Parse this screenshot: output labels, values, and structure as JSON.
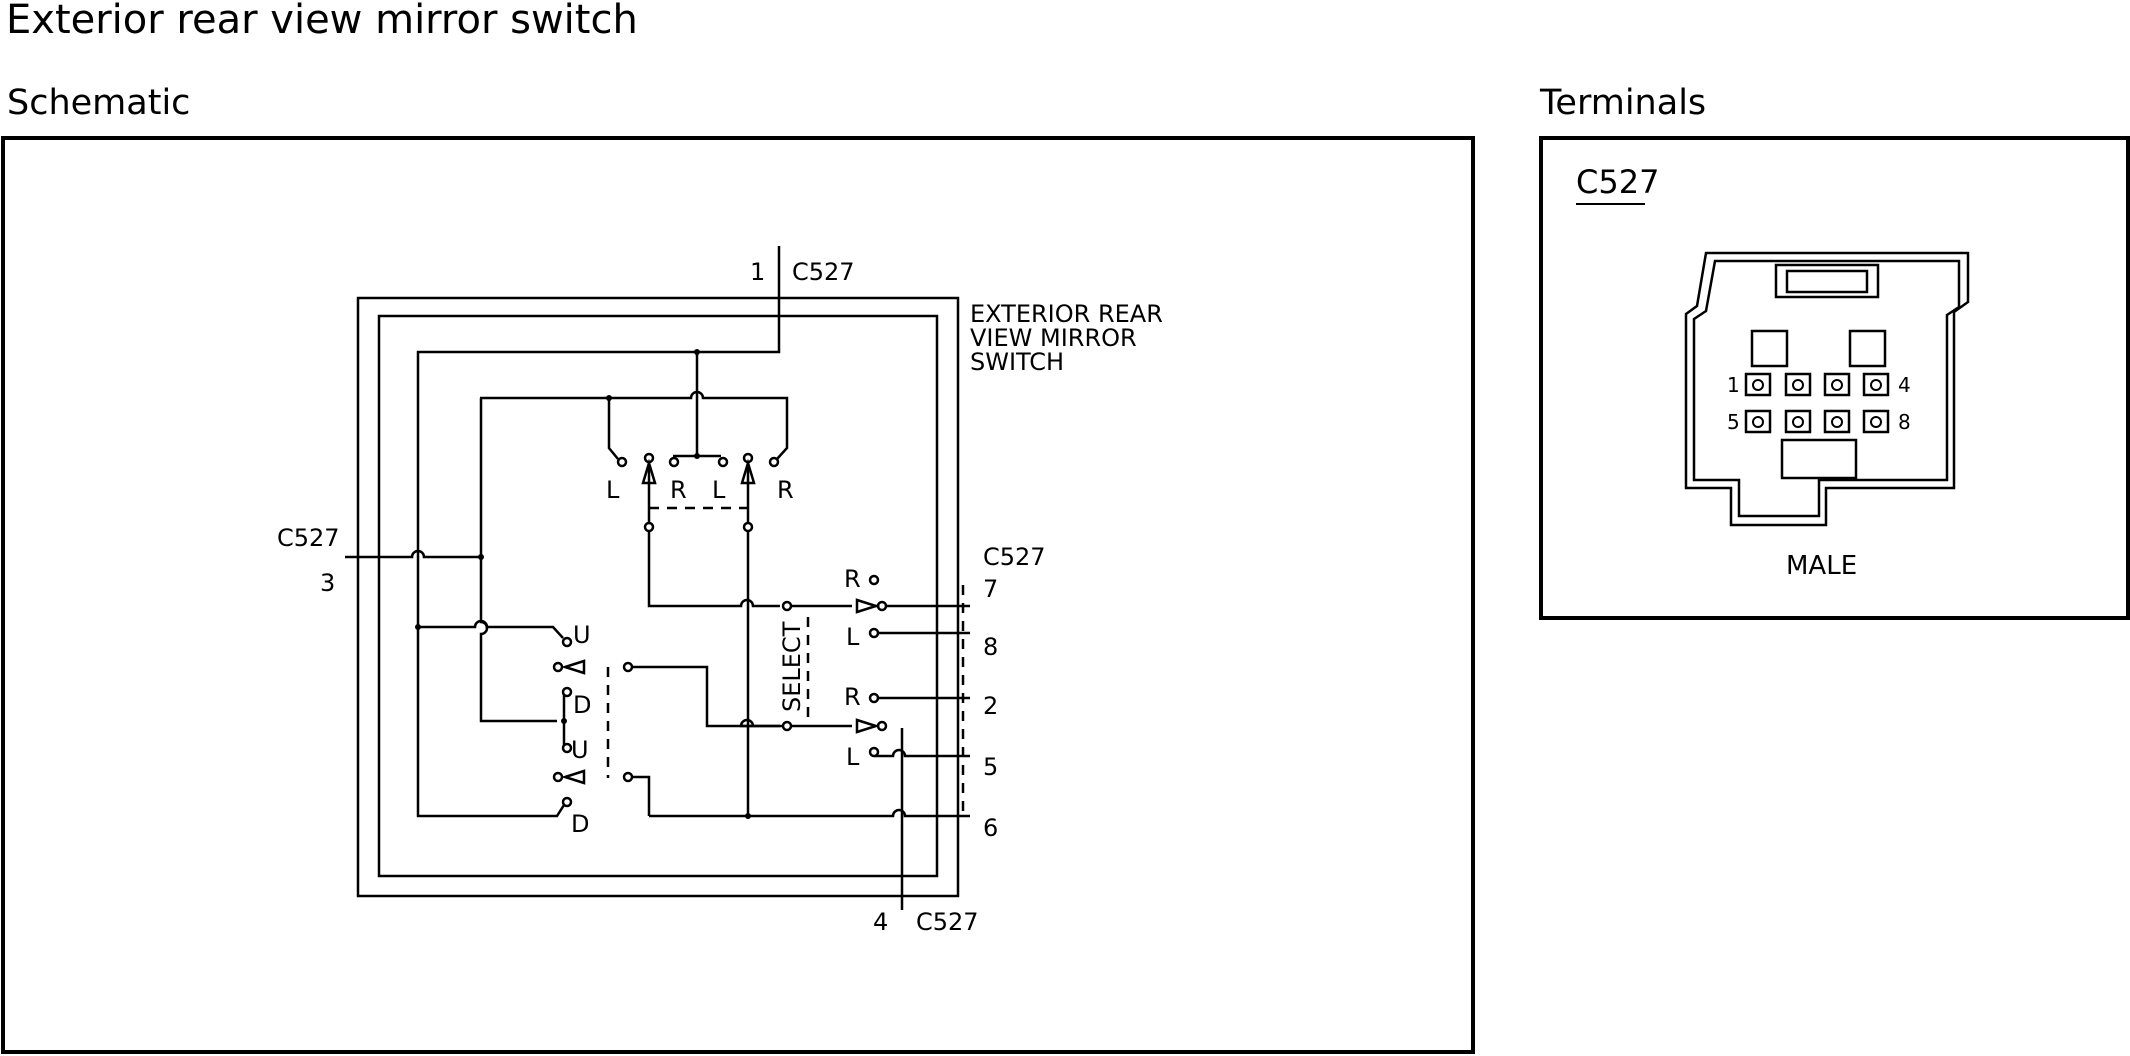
{
  "page": {
    "title": "Exterior rear view mirror switch"
  },
  "schematic": {
    "heading": "Schematic",
    "component_label": [
      "EXTERIOR REAR",
      "VIEW MIRROR",
      "SWITCH"
    ],
    "connector": "C527",
    "pins": {
      "top": "1",
      "left": "3",
      "p7": "7",
      "p8": "8",
      "p2": "2",
      "p5": "5",
      "p6": "6",
      "bottom": "4"
    },
    "switch_labels": {
      "L": "L",
      "R": "R",
      "U": "U",
      "D": "D",
      "select": "SELECT"
    }
  },
  "terminals": {
    "heading": "Terminals",
    "connector": "C527",
    "gender": "MALE",
    "pin_labels": {
      "p1": "1",
      "p4": "4",
      "p5": "5",
      "p8": "8"
    }
  }
}
